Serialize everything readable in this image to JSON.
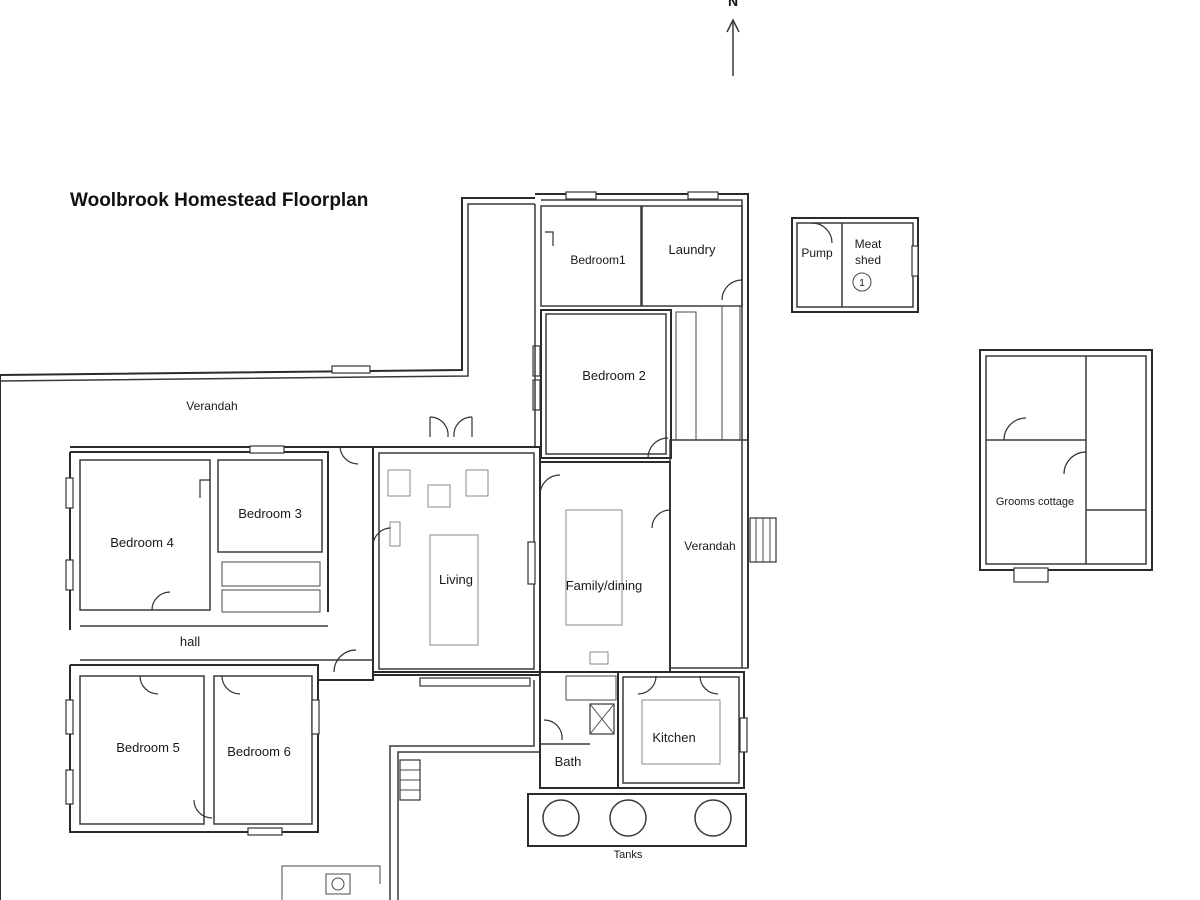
{
  "title": "Woolbrook Homestead Floorplan",
  "north_marker": "N",
  "rooms": {
    "bedroom1": "Bedroom1",
    "laundry": "Laundry",
    "pump": "Pump",
    "meat_shed_line1": "Meat",
    "meat_shed_line2": "shed",
    "meat_shed_number": "1",
    "bedroom2": "Bedroom 2",
    "verandah_top": "Verandah",
    "verandah_right": "Verandah",
    "bedroom3": "Bedroom 3",
    "bedroom4": "Bedroom 4",
    "living": "Living",
    "family_dining": "Family/dining",
    "hall": "hall",
    "bedroom5": "Bedroom 5",
    "bedroom6": "Bedroom 6",
    "kitchen": "Kitchen",
    "bath": "Bath",
    "tanks": "Tanks",
    "grooms_cottage": "Grooms cottage"
  },
  "colors": {
    "ink": "#2b2b2b",
    "paper": "#ffffff"
  }
}
